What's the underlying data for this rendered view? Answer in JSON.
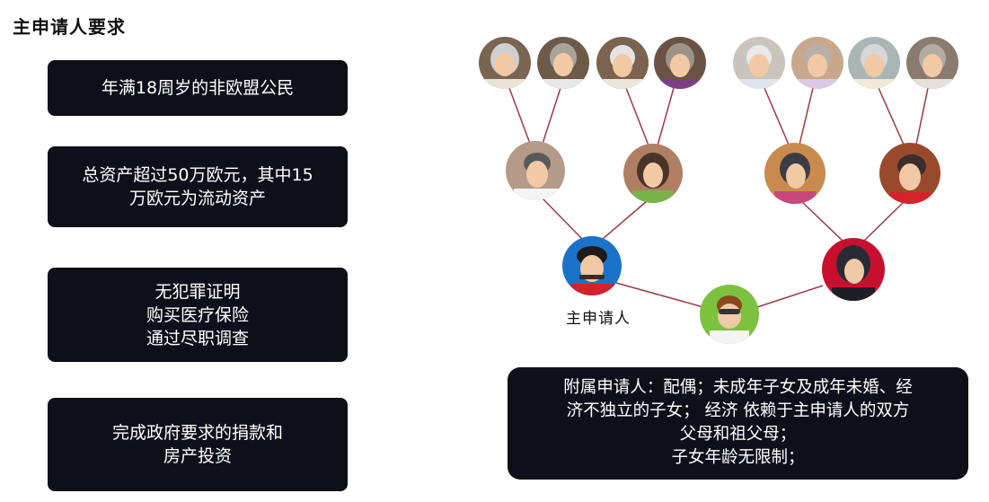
{
  "title": "主申请人要求",
  "requirements": [
    "年满18周岁的非欧盟公民",
    "总资产超过50万欧元，其中15\n万欧元为流动资产",
    "无犯罪证明\n购买医疗保险\n通过尽职调查",
    "完成政府要求的捐款和\n房产投资"
  ],
  "tree": {
    "principal_label": "主申请人",
    "line_color": "#9b3a48"
  },
  "dependents": "附属申请人：配偶；未成年子女及成年未婚、经\n济不独立的子女； 经济 依赖于主申请人的双方\n父母和祖父母；\n子女年龄无限制；"
}
